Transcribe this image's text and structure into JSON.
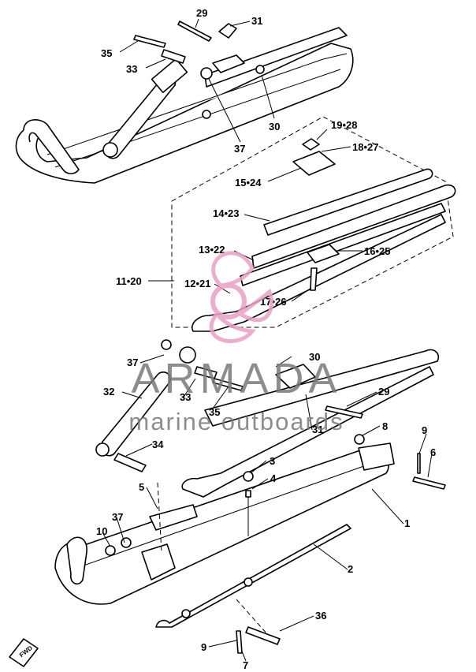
{
  "watermark": {
    "brand": "ARMADA",
    "tagline": "marine outboards",
    "color": "#e8a0c4"
  },
  "callouts": [
    {
      "id": "c29a",
      "text": "29"
    },
    {
      "id": "c31a",
      "text": "31"
    },
    {
      "id": "c35a",
      "text": "35"
    },
    {
      "id": "c33a",
      "text": "33"
    },
    {
      "id": "c30a",
      "text": "30"
    },
    {
      "id": "c37a",
      "text": "37"
    },
    {
      "id": "c1928",
      "text": "19•28"
    },
    {
      "id": "c1827",
      "text": "18•27"
    },
    {
      "id": "c1524",
      "text": "15•24"
    },
    {
      "id": "c1423",
      "text": "14•23"
    },
    {
      "id": "c1322",
      "text": "13•22"
    },
    {
      "id": "c1625",
      "text": "16•25"
    },
    {
      "id": "c1120",
      "text": "11•20"
    },
    {
      "id": "c1221",
      "text": "12•21"
    },
    {
      "id": "c1726",
      "text": "17•26"
    },
    {
      "id": "c37b",
      "text": "37"
    },
    {
      "id": "c30b",
      "text": "30"
    },
    {
      "id": "c32",
      "text": "32"
    },
    {
      "id": "c33b",
      "text": "33"
    },
    {
      "id": "c35b",
      "text": "35"
    },
    {
      "id": "c29b",
      "text": "29"
    },
    {
      "id": "c31b",
      "text": "31"
    },
    {
      "id": "c8",
      "text": "8"
    },
    {
      "id": "c9a",
      "text": "9"
    },
    {
      "id": "c6",
      "text": "6"
    },
    {
      "id": "c34",
      "text": "34"
    },
    {
      "id": "c3",
      "text": "3"
    },
    {
      "id": "c4",
      "text": "4"
    },
    {
      "id": "c5",
      "text": "5"
    },
    {
      "id": "c1",
      "text": "1"
    },
    {
      "id": "c37c",
      "text": "37"
    },
    {
      "id": "c10",
      "text": "10"
    },
    {
      "id": "c2",
      "text": "2"
    },
    {
      "id": "c36",
      "text": "36"
    },
    {
      "id": "c9b",
      "text": "9"
    },
    {
      "id": "c7",
      "text": "7"
    }
  ],
  "fwd_label": "FWD"
}
